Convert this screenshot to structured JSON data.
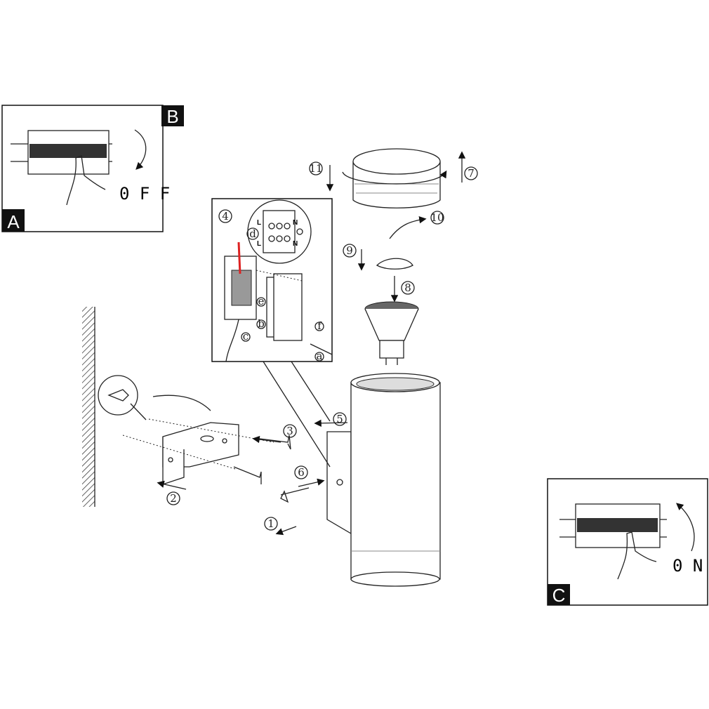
{
  "panels": {
    "off_panel": {
      "tag_top": "B",
      "tag_bottom": "A",
      "word": "0 F F"
    },
    "on_panel": {
      "tag": "C",
      "word": "0 N"
    }
  },
  "steps": {
    "s1": "1",
    "s2": "2",
    "s3": "3",
    "s4": "4",
    "s5": "5",
    "s6": "6",
    "s7": "7",
    "s8": "8",
    "s9": "9",
    "s10": "10",
    "s11": "11"
  },
  "inset": {
    "sub_a": "a",
    "sub_b": "b",
    "sub_c": "c",
    "sub_d": "d",
    "sub_e": "e",
    "sub_f": "f",
    "terminal_L_top": "L",
    "terminal_N_top": "N",
    "terminal_L_bottom": "L",
    "terminal_N_bottom": "N"
  }
}
